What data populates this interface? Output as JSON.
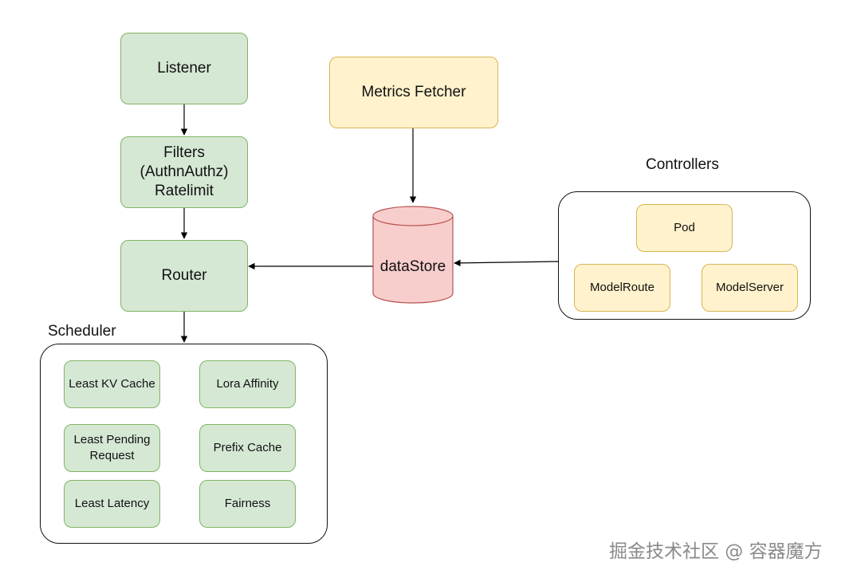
{
  "pipeline": {
    "listener": "Listener",
    "filters": "Filters\n(AuthnAuthz)\nRatelimit",
    "router": "Router"
  },
  "metrics_fetcher": "Metrics Fetcher",
  "datastore": "dataStore",
  "controllers": {
    "title": "Controllers",
    "items": [
      "Pod",
      "ModelRoute",
      "ModelServer"
    ]
  },
  "scheduler": {
    "title": "Scheduler",
    "items": [
      "Least KV Cache",
      "Lora Affinity",
      "Least Pending\nRequest",
      "Prefix Cache",
      "Least Latency",
      "Fairness"
    ]
  },
  "watermark": "掘金技术社区 @ 容器魔方",
  "colors": {
    "green_fill": "#d5e8d4",
    "green_stroke": "#82b366",
    "yellow_fill": "#fff2cc",
    "yellow_stroke": "#d6b656",
    "red_fill": "#f8cecc",
    "red_stroke": "#b85450"
  }
}
